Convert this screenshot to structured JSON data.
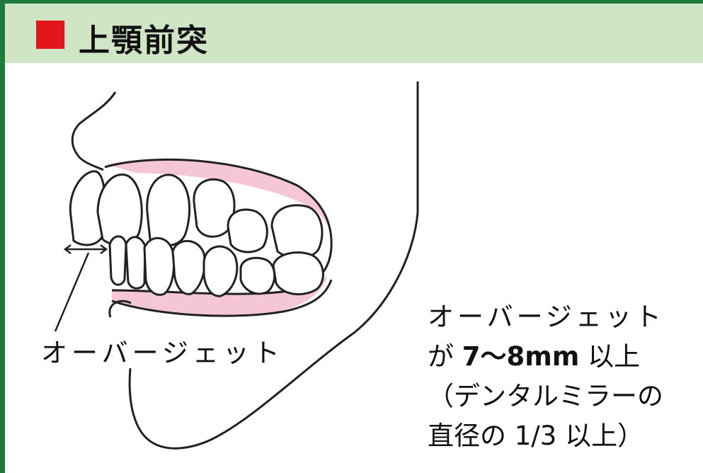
{
  "header": {
    "title": "上顎前突",
    "marker_color": "#e4161b",
    "background": "#cfe5c6",
    "border_color": "#1f7a3d"
  },
  "figure": {
    "pointer_label": "オーバージェット",
    "gum_color": "#f5c6d3"
  },
  "note": {
    "line1": "オーバージェット",
    "line2_prefix": "が ",
    "line2_value": "7〜8mm",
    "line2_suffix": " 以上",
    "line3": "（デンタルミラーの",
    "line4": "直径の 1/3 以上）"
  }
}
